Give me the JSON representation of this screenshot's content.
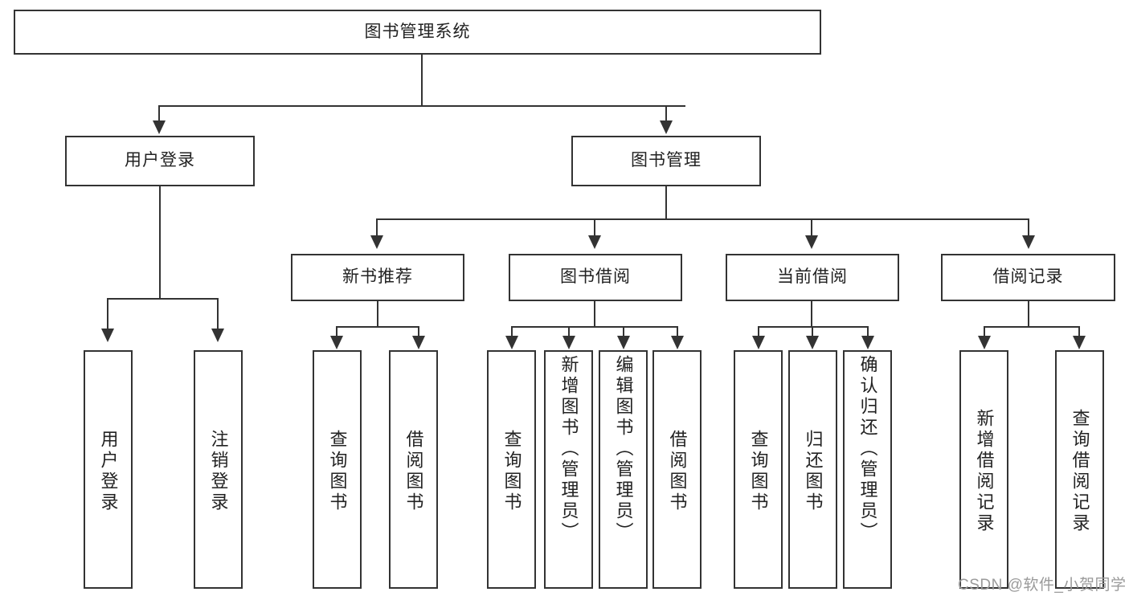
{
  "diagram": {
    "type": "tree",
    "title": "图书管理系统",
    "root": {
      "label": "图书管理系统"
    },
    "level2": [
      {
        "label": "用户登录"
      },
      {
        "label": "图书管理"
      }
    ],
    "level3": [
      {
        "label": "新书推荐"
      },
      {
        "label": "图书借阅"
      },
      {
        "label": "当前借阅"
      },
      {
        "label": "借阅记录"
      }
    ],
    "leaves": {
      "user_login": [
        {
          "label": "用户登录"
        },
        {
          "label": "注销登录"
        }
      ],
      "new_book_recommend": [
        {
          "label": "查询图书"
        },
        {
          "label": "借阅图书"
        }
      ],
      "book_borrow": [
        {
          "label": "查询图书"
        },
        {
          "label": "新增图书（管理员）"
        },
        {
          "label": "编辑图书（管理员）"
        },
        {
          "label": "借阅图书"
        }
      ],
      "current_borrow": [
        {
          "label": "查询图书"
        },
        {
          "label": "归还图书"
        },
        {
          "label": "确认归还（管理员）"
        }
      ],
      "borrow_record": [
        {
          "label": "新增借阅记录"
        },
        {
          "label": "查询借阅记录"
        }
      ]
    }
  },
  "watermark": {
    "text": "CSDN @软件_小贺同学"
  },
  "colors": {
    "line": "#333333",
    "text": "#222222",
    "background": "#ffffff",
    "watermark": "#9a9a9a"
  }
}
